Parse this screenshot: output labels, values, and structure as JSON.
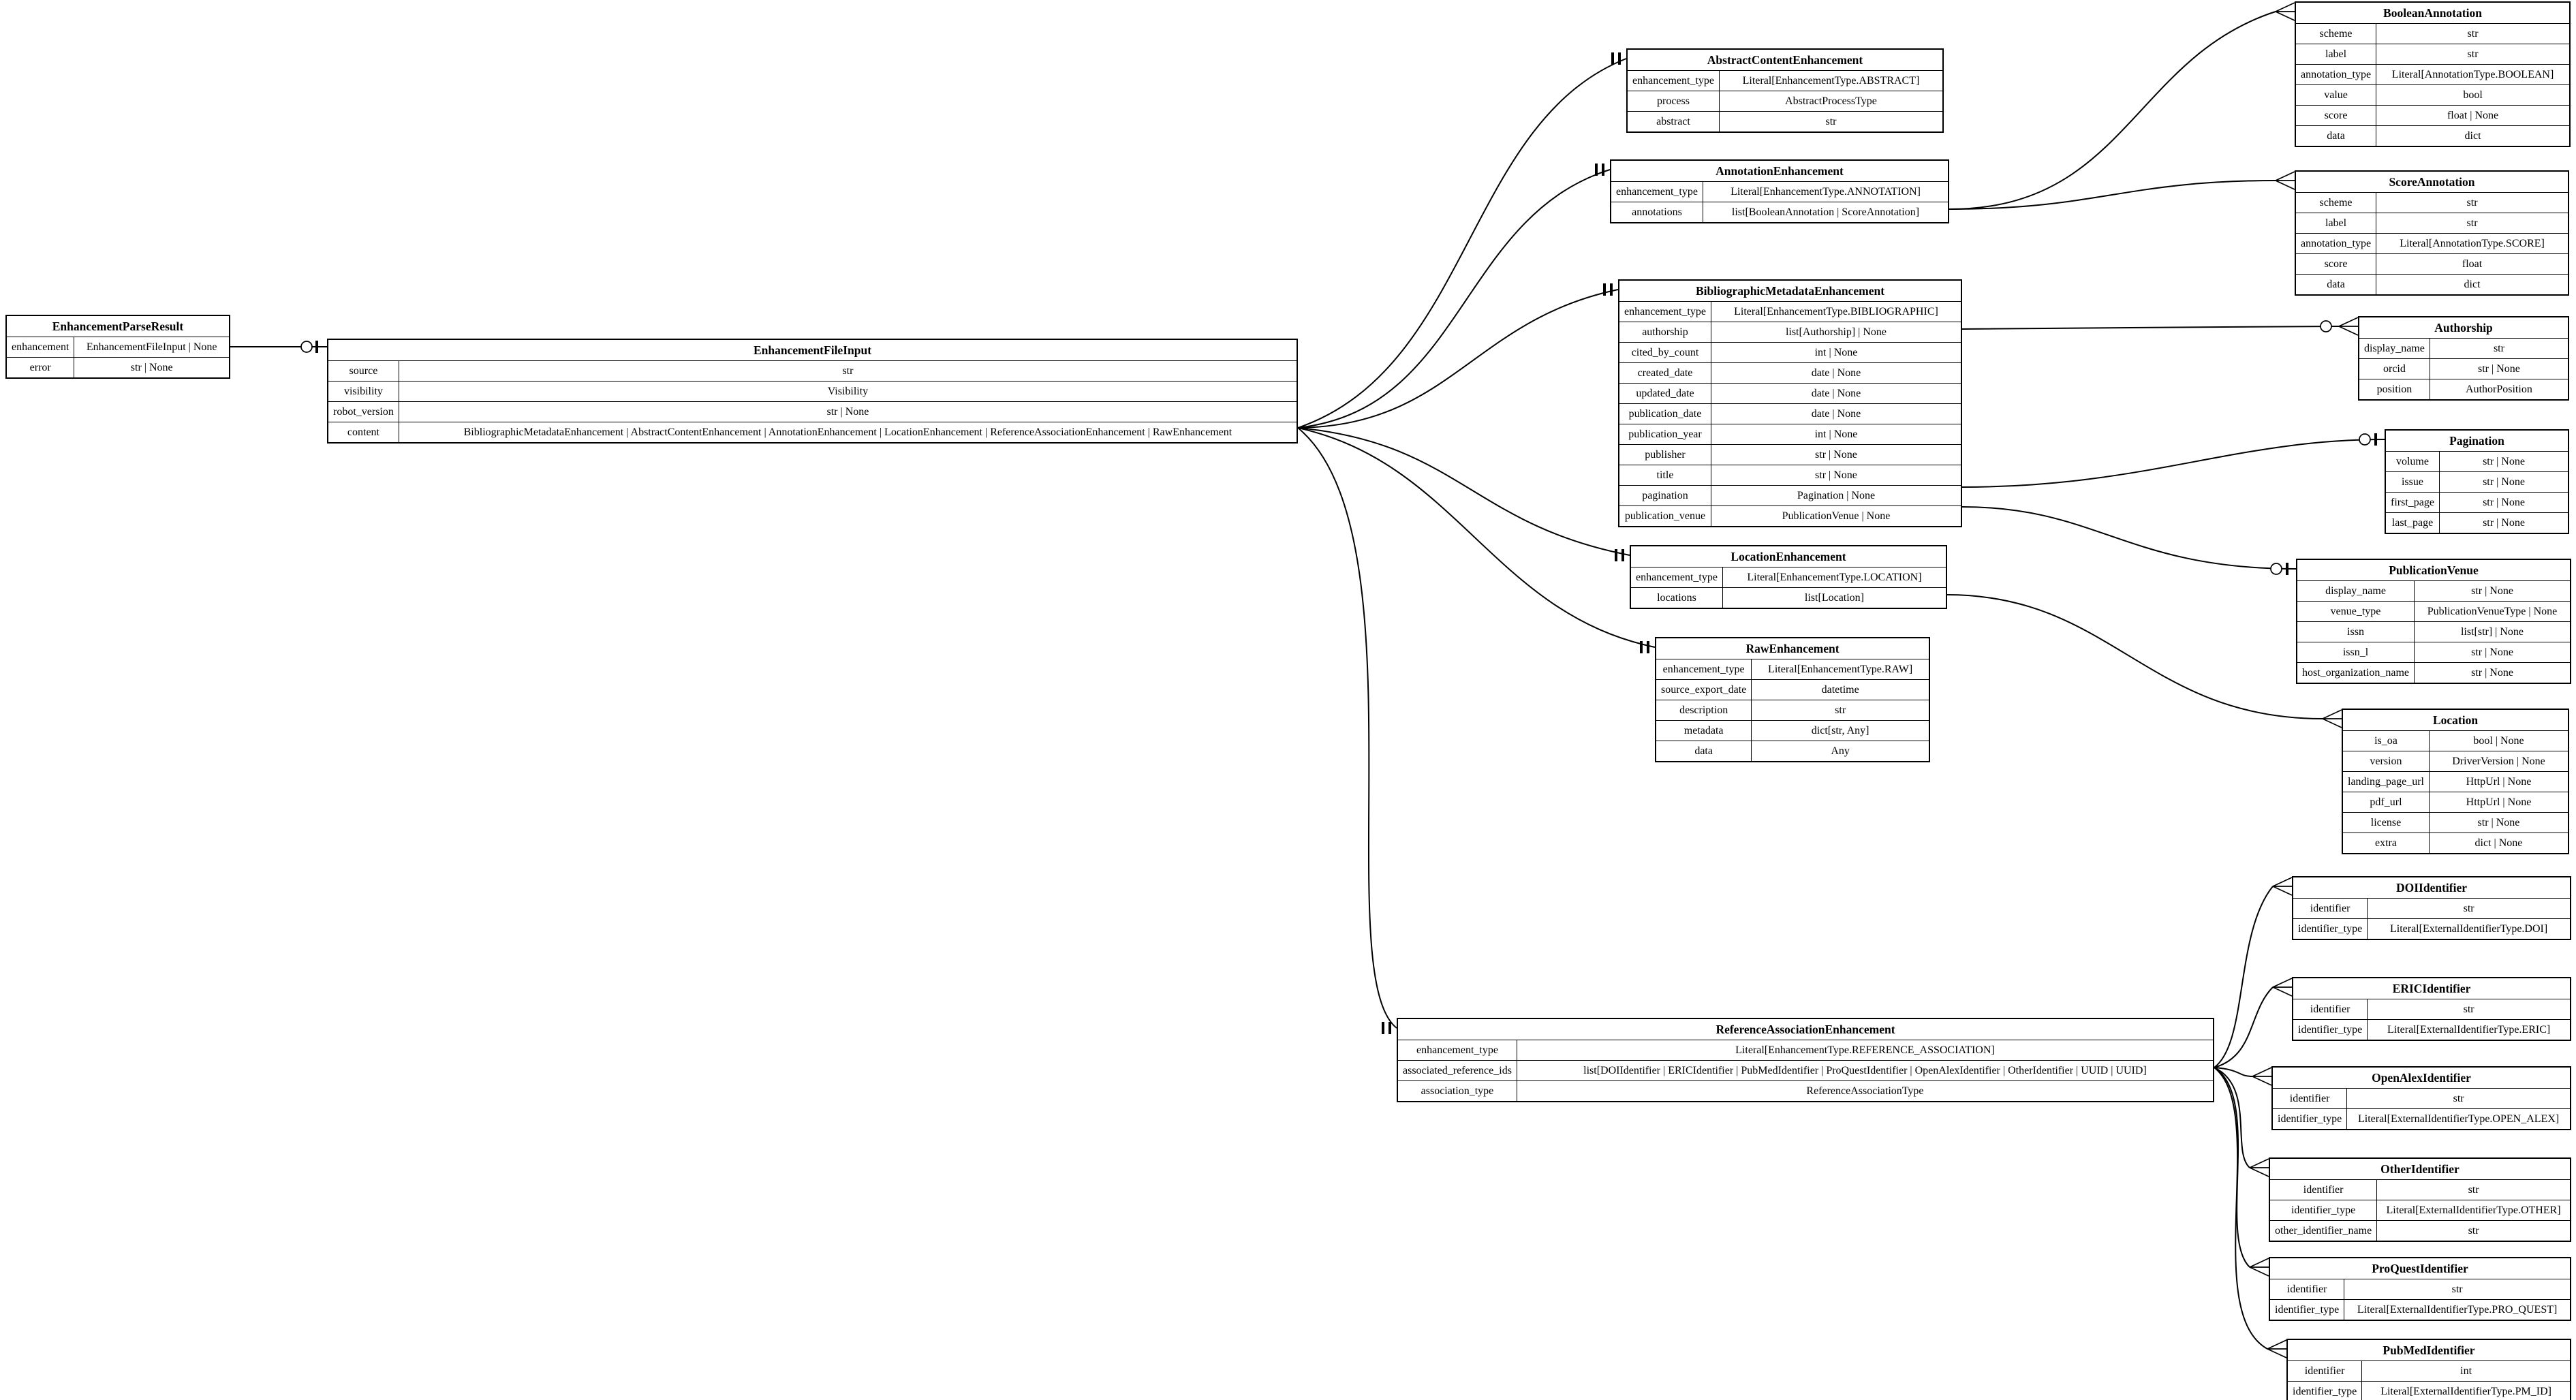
{
  "diagram": {
    "title": "Enhancement data model entity diagram",
    "background_color": "#ffffff",
    "line_color": "#000000",
    "entities": [
      {
        "id": "EnhancementParseResult",
        "title": "EnhancementParseResult",
        "fields": [
          [
            "enhancement",
            "EnhancementFileInput | None"
          ],
          [
            "error",
            "str | None"
          ]
        ]
      },
      {
        "id": "EnhancementFileInput",
        "title": "EnhancementFileInput",
        "fields": [
          [
            "source",
            "str"
          ],
          [
            "visibility",
            "Visibility"
          ],
          [
            "robot_version",
            "str | None"
          ],
          [
            "content",
            "BibliographicMetadataEnhancement | AbstractContentEnhancement | AnnotationEnhancement | LocationEnhancement | ReferenceAssociationEnhancement | RawEnhancement"
          ]
        ]
      },
      {
        "id": "AbstractContentEnhancement",
        "title": "AbstractContentEnhancement",
        "fields": [
          [
            "enhancement_type",
            "Literal[EnhancementType.ABSTRACT]"
          ],
          [
            "process",
            "AbstractProcessType"
          ],
          [
            "abstract",
            "str"
          ]
        ]
      },
      {
        "id": "AnnotationEnhancement",
        "title": "AnnotationEnhancement",
        "fields": [
          [
            "enhancement_type",
            "Literal[EnhancementType.ANNOTATION]"
          ],
          [
            "annotations",
            "list[BooleanAnnotation | ScoreAnnotation]"
          ]
        ]
      },
      {
        "id": "BibliographicMetadataEnhancement",
        "title": "BibliographicMetadataEnhancement",
        "fields": [
          [
            "enhancement_type",
            "Literal[EnhancementType.BIBLIOGRAPHIC]"
          ],
          [
            "authorship",
            "list[Authorship] | None"
          ],
          [
            "cited_by_count",
            "int | None"
          ],
          [
            "created_date",
            "date | None"
          ],
          [
            "updated_date",
            "date | None"
          ],
          [
            "publication_date",
            "date | None"
          ],
          [
            "publication_year",
            "int | None"
          ],
          [
            "publisher",
            "str | None"
          ],
          [
            "title",
            "str | None"
          ],
          [
            "pagination",
            "Pagination | None"
          ],
          [
            "publication_venue",
            "PublicationVenue | None"
          ]
        ]
      },
      {
        "id": "LocationEnhancement",
        "title": "LocationEnhancement",
        "fields": [
          [
            "enhancement_type",
            "Literal[EnhancementType.LOCATION]"
          ],
          [
            "locations",
            "list[Location]"
          ]
        ]
      },
      {
        "id": "RawEnhancement",
        "title": "RawEnhancement",
        "fields": [
          [
            "enhancement_type",
            "Literal[EnhancementType.RAW]"
          ],
          [
            "source_export_date",
            "datetime"
          ],
          [
            "description",
            "str"
          ],
          [
            "metadata",
            "dict[str, Any]"
          ],
          [
            "data",
            "Any"
          ]
        ]
      },
      {
        "id": "ReferenceAssociationEnhancement",
        "title": "ReferenceAssociationEnhancement",
        "fields": [
          [
            "enhancement_type",
            "Literal[EnhancementType.REFERENCE_ASSOCIATION]"
          ],
          [
            "associated_reference_ids",
            "list[DOIIdentifier | ERICIdentifier | PubMedIdentifier | ProQuestIdentifier | OpenAlexIdentifier | OtherIdentifier | UUID | UUID]"
          ],
          [
            "association_type",
            "ReferenceAssociationType"
          ]
        ]
      },
      {
        "id": "BooleanAnnotation",
        "title": "BooleanAnnotation",
        "fields": [
          [
            "scheme",
            "str"
          ],
          [
            "label",
            "str"
          ],
          [
            "annotation_type",
            "Literal[AnnotationType.BOOLEAN]"
          ],
          [
            "value",
            "bool"
          ],
          [
            "score",
            "float | None"
          ],
          [
            "data",
            "dict"
          ]
        ]
      },
      {
        "id": "ScoreAnnotation",
        "title": "ScoreAnnotation",
        "fields": [
          [
            "scheme",
            "str"
          ],
          [
            "label",
            "str"
          ],
          [
            "annotation_type",
            "Literal[AnnotationType.SCORE]"
          ],
          [
            "score",
            "float"
          ],
          [
            "data",
            "dict"
          ]
        ]
      },
      {
        "id": "Authorship",
        "title": "Authorship",
        "fields": [
          [
            "display_name",
            "str"
          ],
          [
            "orcid",
            "str | None"
          ],
          [
            "position",
            "AuthorPosition"
          ]
        ]
      },
      {
        "id": "Pagination",
        "title": "Pagination",
        "fields": [
          [
            "volume",
            "str | None"
          ],
          [
            "issue",
            "str | None"
          ],
          [
            "first_page",
            "str | None"
          ],
          [
            "last_page",
            "str | None"
          ]
        ]
      },
      {
        "id": "PublicationVenue",
        "title": "PublicationVenue",
        "fields": [
          [
            "display_name",
            "str | None"
          ],
          [
            "venue_type",
            "PublicationVenueType | None"
          ],
          [
            "issn",
            "list[str] | None"
          ],
          [
            "issn_l",
            "str | None"
          ],
          [
            "host_organization_name",
            "str | None"
          ]
        ]
      },
      {
        "id": "Location",
        "title": "Location",
        "fields": [
          [
            "is_oa",
            "bool | None"
          ],
          [
            "version",
            "DriverVersion | None"
          ],
          [
            "landing_page_url",
            "HttpUrl | None"
          ],
          [
            "pdf_url",
            "HttpUrl | None"
          ],
          [
            "license",
            "str | None"
          ],
          [
            "extra",
            "dict | None"
          ]
        ]
      },
      {
        "id": "DOIIdentifier",
        "title": "DOIIdentifier",
        "fields": [
          [
            "identifier",
            "str"
          ],
          [
            "identifier_type",
            "Literal[ExternalIdentifierType.DOI]"
          ]
        ]
      },
      {
        "id": "ERICIdentifier",
        "title": "ERICIdentifier",
        "fields": [
          [
            "identifier",
            "str"
          ],
          [
            "identifier_type",
            "Literal[ExternalIdentifierType.ERIC]"
          ]
        ]
      },
      {
        "id": "OpenAlexIdentifier",
        "title": "OpenAlexIdentifier",
        "fields": [
          [
            "identifier",
            "str"
          ],
          [
            "identifier_type",
            "Literal[ExternalIdentifierType.OPEN_ALEX]"
          ]
        ]
      },
      {
        "id": "OtherIdentifier",
        "title": "OtherIdentifier",
        "fields": [
          [
            "identifier",
            "str"
          ],
          [
            "identifier_type",
            "Literal[ExternalIdentifierType.OTHER]"
          ],
          [
            "other_identifier_name",
            "str"
          ]
        ]
      },
      {
        "id": "ProQuestIdentifier",
        "title": "ProQuestIdentifier",
        "fields": [
          [
            "identifier",
            "str"
          ],
          [
            "identifier_type",
            "Literal[ExternalIdentifierType.PRO_QUEST]"
          ]
        ]
      },
      {
        "id": "PubMedIdentifier",
        "title": "PubMedIdentifier",
        "fields": [
          [
            "identifier",
            "int"
          ],
          [
            "identifier_type",
            "Literal[ExternalIdentifierType.PM_ID]"
          ]
        ]
      }
    ],
    "relations": [
      {
        "from": "EnhancementParseResult.enhancement",
        "to": "EnhancementFileInput",
        "target_marker": "zero-or-one"
      },
      {
        "from": "EnhancementFileInput.content",
        "to": "AbstractContentEnhancement",
        "target_marker": "exactly-one"
      },
      {
        "from": "EnhancementFileInput.content",
        "to": "AnnotationEnhancement",
        "target_marker": "exactly-one"
      },
      {
        "from": "EnhancementFileInput.content",
        "to": "BibliographicMetadataEnhancement",
        "target_marker": "exactly-one"
      },
      {
        "from": "EnhancementFileInput.content",
        "to": "LocationEnhancement",
        "target_marker": "exactly-one"
      },
      {
        "from": "EnhancementFileInput.content",
        "to": "RawEnhancement",
        "target_marker": "exactly-one"
      },
      {
        "from": "EnhancementFileInput.content",
        "to": "ReferenceAssociationEnhancement",
        "target_marker": "exactly-one"
      },
      {
        "from": "AnnotationEnhancement.annotations",
        "to": "BooleanAnnotation",
        "target_marker": "many"
      },
      {
        "from": "AnnotationEnhancement.annotations",
        "to": "ScoreAnnotation",
        "target_marker": "many"
      },
      {
        "from": "BibliographicMetadataEnhancement.authorship",
        "to": "Authorship",
        "target_marker": "zero-or-many"
      },
      {
        "from": "BibliographicMetadataEnhancement.pagination",
        "to": "Pagination",
        "target_marker": "zero-or-one"
      },
      {
        "from": "BibliographicMetadataEnhancement.publication_venue",
        "to": "PublicationVenue",
        "target_marker": "zero-or-one"
      },
      {
        "from": "LocationEnhancement.locations",
        "to": "Location",
        "target_marker": "many"
      },
      {
        "from": "ReferenceAssociationEnhancement.associated_reference_ids",
        "to": "DOIIdentifier",
        "target_marker": "many"
      },
      {
        "from": "ReferenceAssociationEnhancement.associated_reference_ids",
        "to": "ERICIdentifier",
        "target_marker": "many"
      },
      {
        "from": "ReferenceAssociationEnhancement.associated_reference_ids",
        "to": "OpenAlexIdentifier",
        "target_marker": "many"
      },
      {
        "from": "ReferenceAssociationEnhancement.associated_reference_ids",
        "to": "OtherIdentifier",
        "target_marker": "many"
      },
      {
        "from": "ReferenceAssociationEnhancement.associated_reference_ids",
        "to": "ProQuestIdentifier",
        "target_marker": "many"
      },
      {
        "from": "ReferenceAssociationEnhancement.associated_reference_ids",
        "to": "PubMedIdentifier",
        "target_marker": "many"
      }
    ]
  }
}
